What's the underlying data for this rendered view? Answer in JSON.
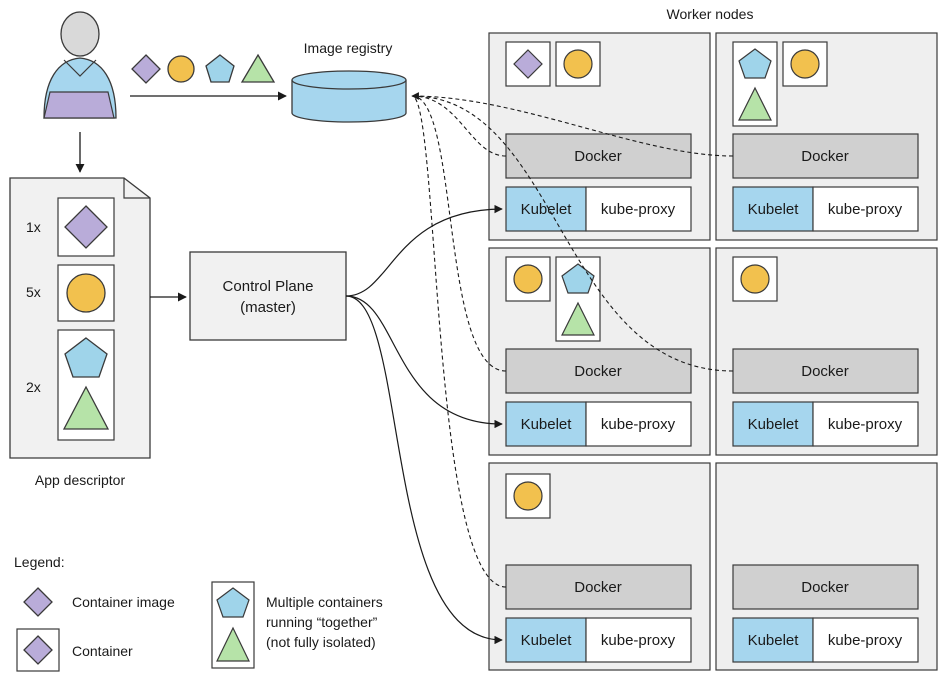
{
  "labels": {
    "worker_nodes": "Worker nodes",
    "image_registry": "Image registry",
    "control_plane_line1": "Control Plane",
    "control_plane_line2": "(master)",
    "app_descriptor": "App descriptor",
    "count_1x": "1x",
    "count_5x": "5x",
    "count_2x": "2x",
    "docker": "Docker",
    "kubelet": "Kubelet",
    "kube_proxy": "kube-proxy"
  },
  "legend": {
    "title": "Legend:",
    "container_image": "Container image",
    "container": "Container",
    "multi_line1": "Multiple containers",
    "multi_line2": "running “together”",
    "multi_line3": "(not fully isolated)"
  },
  "colors": {
    "diamond": "#b9acd9",
    "circle": "#f2c14e",
    "pentagon": "#9fd4ea",
    "triangle": "#b6e3a8",
    "kubelet": "#a6d6ee",
    "docker": "#d0d0d0",
    "node_bg": "#efefef",
    "panel_bg": "#f1f1f1",
    "stroke": "#3a3a3a"
  }
}
